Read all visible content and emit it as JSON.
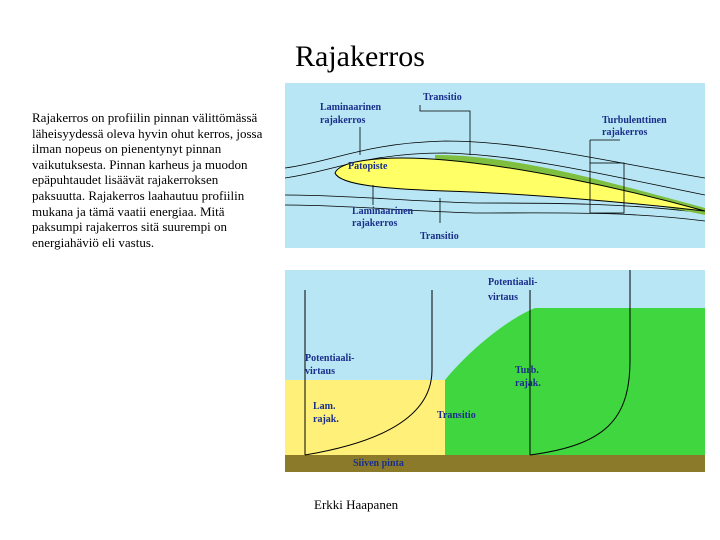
{
  "slide": {
    "title": "Rajakerros",
    "body": "Rajakerros on profiilin pinnan välittömässä läheisyydessä oleva hyvin ohut kerros, jossa ilman nopeus on pienentynyt pinnan vaikutuksesta. Pinnan karheus ja muodon epäpuhtaudet lisäävät rajakerroksen paksuutta. Rajakerros laahautuu profiilin mukana ja tämä vaatii energiaa. Mitä paksumpi rajakerros sitä suurempi on energiahäviö eli vastus.",
    "author": "Erkki Haapanen"
  },
  "top_diagram": {
    "label_transitio_top": "Transitio",
    "label_laminaarinen_top_1": "Laminaarinen",
    "label_laminaarinen_top_2": "rajakerros",
    "label_turbulenttinen_1": "Turbulenttinen",
    "label_turbulenttinen_2": "rajakerros",
    "label_patopiste": "Patopiste",
    "label_laminaarinen_bottom_1": "Laminaarinen",
    "label_laminaarinen_bottom_2": "rajakerros",
    "label_transitio_bottom": "Transitio",
    "colors": {
      "background": "#b8e6f5",
      "airfoil": "#ffff66",
      "turbulent": "#7fbf3f",
      "label": "#1a2f8a"
    }
  },
  "bottom_diagram": {
    "label_potentiaali_right_1": "Potentiaali-",
    "label_potentiaali_right_2": "virtaus",
    "label_potentiaali_left_1": "Potentiaali-",
    "label_potentiaali_left_2": "virtaus",
    "label_turb_1": "Turb.",
    "label_turb_2": "rajak.",
    "label_lam_1": "Lam.",
    "label_lam_2": "rajak.",
    "label_transitio": "Transitio",
    "label_siiven_pinta": "Siiven pinta",
    "colors": {
      "background": "#b8e6f5",
      "laminar": "#fff07a",
      "turbulent": "#3fd63f",
      "surface": "#8a7a2a",
      "label": "#1a2f8a"
    }
  }
}
